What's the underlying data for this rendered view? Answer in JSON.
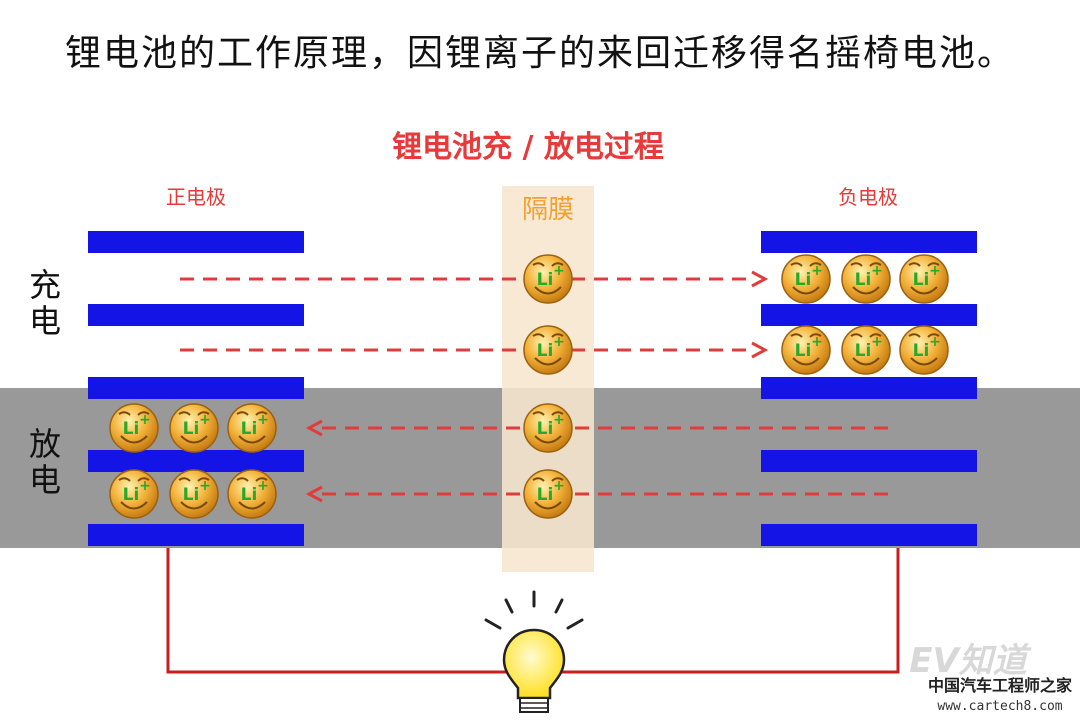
{
  "headline": "锂电池的工作原理，因锂离子的来回迁移得名摇椅电池。",
  "diagram": {
    "title": "锂电池充 / 放电过程",
    "positive_electrode": "正电极",
    "negative_electrode": "负电极",
    "separator": "隔膜",
    "charge_label": [
      "充",
      "电"
    ],
    "discharge_label": [
      "放",
      "电"
    ],
    "ion_label": "Li",
    "ion_charge": "+"
  },
  "colors": {
    "electrode": "#1414e6",
    "arrow": "#e03c3c",
    "discharge_band": "#999999",
    "separator": "#f7e6cf",
    "ion": "#f3b23a",
    "ion_text": "#2aa82a",
    "wire": "#c81e1e",
    "bulb": "#ffe829"
  },
  "watermark": {
    "brand": "EV知道",
    "site_name": "中国汽车工程师之家",
    "url": "www.cartech8.com"
  }
}
